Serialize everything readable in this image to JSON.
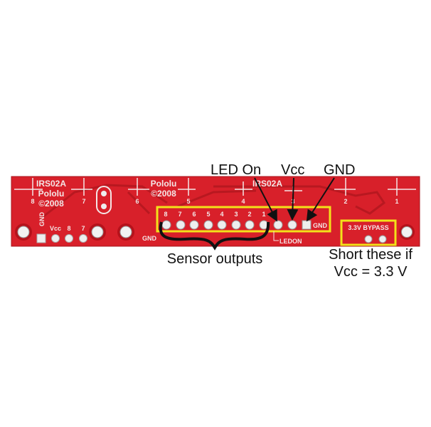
{
  "board": {
    "silkscreen": {
      "model_left": "IRS02A",
      "brand_left": "Pololu",
      "year_left": "©2008",
      "brand_mid": "Pololu",
      "year_mid": "©2008",
      "model_right": "IRS02A",
      "channel_numbers": [
        "8",
        "7",
        "6",
        "5",
        "4",
        "3",
        "2",
        "1"
      ],
      "left_pin_labels": [
        "GND",
        "Vcc",
        "8",
        "7"
      ],
      "header_pin_labels": [
        "8",
        "7",
        "6",
        "5",
        "4",
        "3",
        "2",
        "1"
      ],
      "gnd_label_bottom": "GND",
      "gnd_label_header": "GND",
      "ledon_label": "LEDON",
      "bypass_label": "3.3V BYPASS"
    },
    "colors": {
      "pcb": "#d8202a",
      "highlight": "#f2e21a"
    }
  },
  "annotations": {
    "led_on": "LED On",
    "vcc": "Vcc",
    "gnd": "GND",
    "sensor_outputs": "Sensor outputs",
    "short_line1": "Short these if",
    "short_line2": "Vcc = 3.3 V"
  }
}
